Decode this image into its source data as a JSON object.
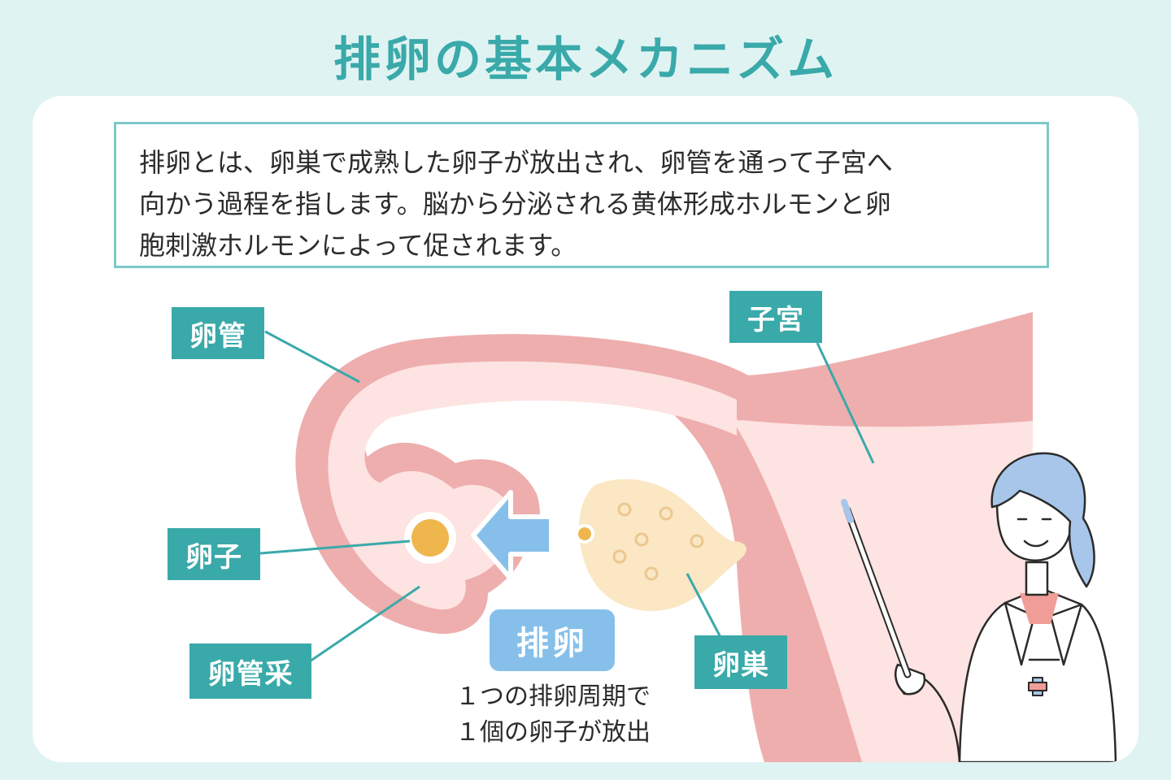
{
  "title": "排卵の基本メカニズム",
  "description": {
    "lines": [
      "排卵とは、卵巣で成熟した卵子が放出され、卵管を通って子宮へ",
      "向かう過程を指します。脳から分泌される黄体形成ホルモンと卵",
      "胞刺激ホルモンによって促されます。"
    ]
  },
  "labels": {
    "fallopian_tube": "卵管",
    "uterus": "子宮",
    "egg": "卵子",
    "fimbriae": "卵管采",
    "ovary": "卵巣"
  },
  "ovulation": {
    "badge": "排卵",
    "note_lines": [
      "１つの排卵周期で",
      "１個の卵子が放出"
    ]
  },
  "icons": [
    "egg-icon",
    "arrow-left-icon",
    "doctor-illustration",
    "pointer-stick-icon",
    "hospital-cross-icon"
  ],
  "colors": {
    "accent": "#3aa9a9",
    "background": "#e0f3f3",
    "organ_dark": "#eeaeae",
    "organ_light": "#fde3e1",
    "ovary": "#fbe7c4",
    "egg": "#eeb64c",
    "arrow": "#86c0ea"
  }
}
